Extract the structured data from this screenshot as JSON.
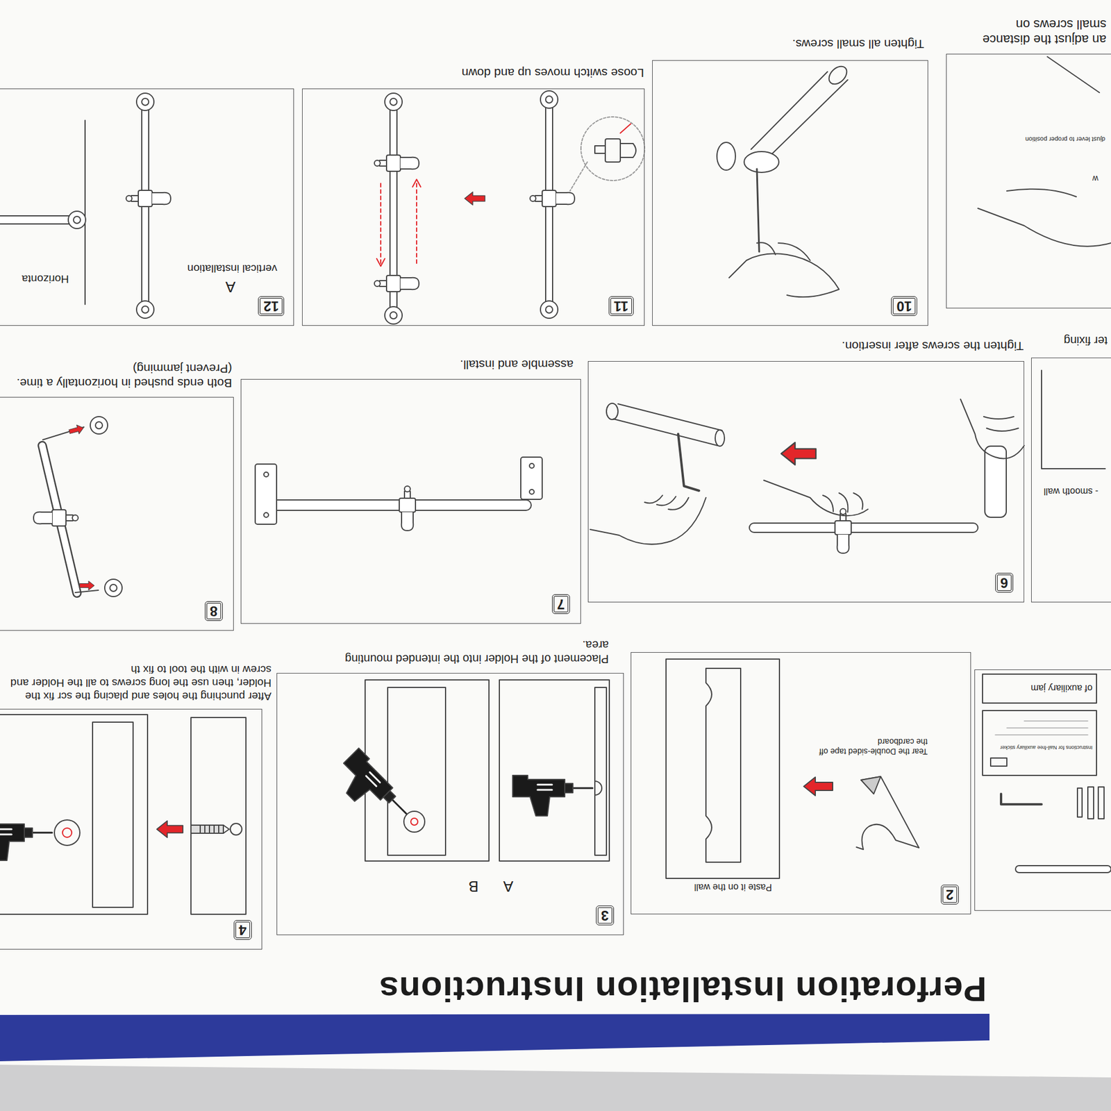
{
  "diagram": {
    "title": "Perforation Installation Instructions",
    "nodes": [
      {
        "text": [
          "Instructions for Nail-free auxiliary sticker",
          "of auxiliary jam"
        ]
      },
      {
        "text": [
          "2",
          "Paste it on the wall",
          "Tear the Double-sided tape off the cardboard"
        ]
      },
      {
        "text": [
          "3",
          "A",
          "B",
          "Placement of the Holder into the intended mounting area."
        ]
      },
      {
        "text": [
          "4",
          "After punching the holes and placing the scr fix the Holder, then use the long screws to all the Holder and screw in with the tool to fix th"
        ]
      },
      {
        "text": [
          "- smooth wall",
          "ter fixing"
        ]
      },
      {
        "text": [
          "6",
          "Tighten the screws after insertion."
        ]
      },
      {
        "text": [
          "7",
          "assemble and install."
        ]
      },
      {
        "text": [
          "8",
          "Both ends pushed in horizontally a time. (Prevent jamming)"
        ]
      },
      {
        "text": [
          "w",
          "djust lever to proper position",
          "an adjust the distance small screws on"
        ]
      },
      {
        "text": [
          "10",
          "Tighten all small screws."
        ]
      },
      {
        "text": [
          "11",
          "Loose switch moves up and down"
        ]
      },
      {
        "text": [
          "12",
          "A",
          "vertical installation",
          "Horizonta"
        ]
      }
    ]
  }
}
